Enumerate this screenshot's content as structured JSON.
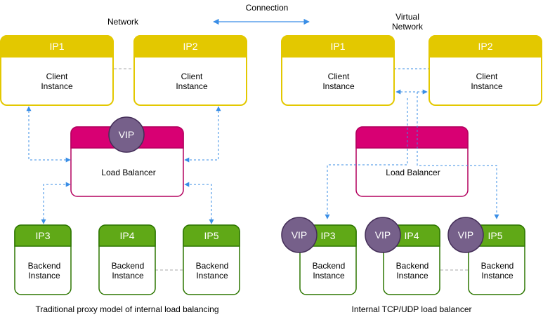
{
  "legend": {
    "network": "Network",
    "connection": "Connection",
    "virtual_network_line1": "Virtual",
    "virtual_network_line2": "Network"
  },
  "colors": {
    "client": "#e3c800",
    "lb": "#d80073",
    "backend": "#60a917",
    "vip": "#76608a",
    "arrow": "#3a8ee6",
    "dash": "#aaaaaa"
  },
  "left": {
    "client1": {
      "header": "IP1",
      "line1": "Client",
      "line2": "Instance"
    },
    "client2": {
      "header": "IP2",
      "line1": "Client",
      "line2": "Instance"
    },
    "vip": "VIP",
    "lb": "Load Balancer",
    "backend3": {
      "header": "IP3",
      "line1": "Backend",
      "line2": "Instance"
    },
    "backend4": {
      "header": "IP4",
      "line1": "Backend",
      "line2": "Instance"
    },
    "backend5": {
      "header": "IP5",
      "line1": "Backend",
      "line2": "Instance"
    },
    "caption": "Traditional proxy model of internal load balancing"
  },
  "right": {
    "client1": {
      "header": "IP1",
      "line1": "Client",
      "line2": "Instance"
    },
    "client2": {
      "header": "IP2",
      "line1": "Client",
      "line2": "Instance"
    },
    "lb": "Load Balancer",
    "backend3": {
      "header": "IP3",
      "line1": "Backend",
      "line2": "Instance",
      "vip": "VIP"
    },
    "backend4": {
      "header": "IP4",
      "line1": "Backend",
      "line2": "Instance",
      "vip": "VIP"
    },
    "backend5": {
      "header": "IP5",
      "line1": "Backend",
      "line2": "Instance",
      "vip": "VIP"
    },
    "caption": "Internal TCP/UDP load balancer"
  }
}
